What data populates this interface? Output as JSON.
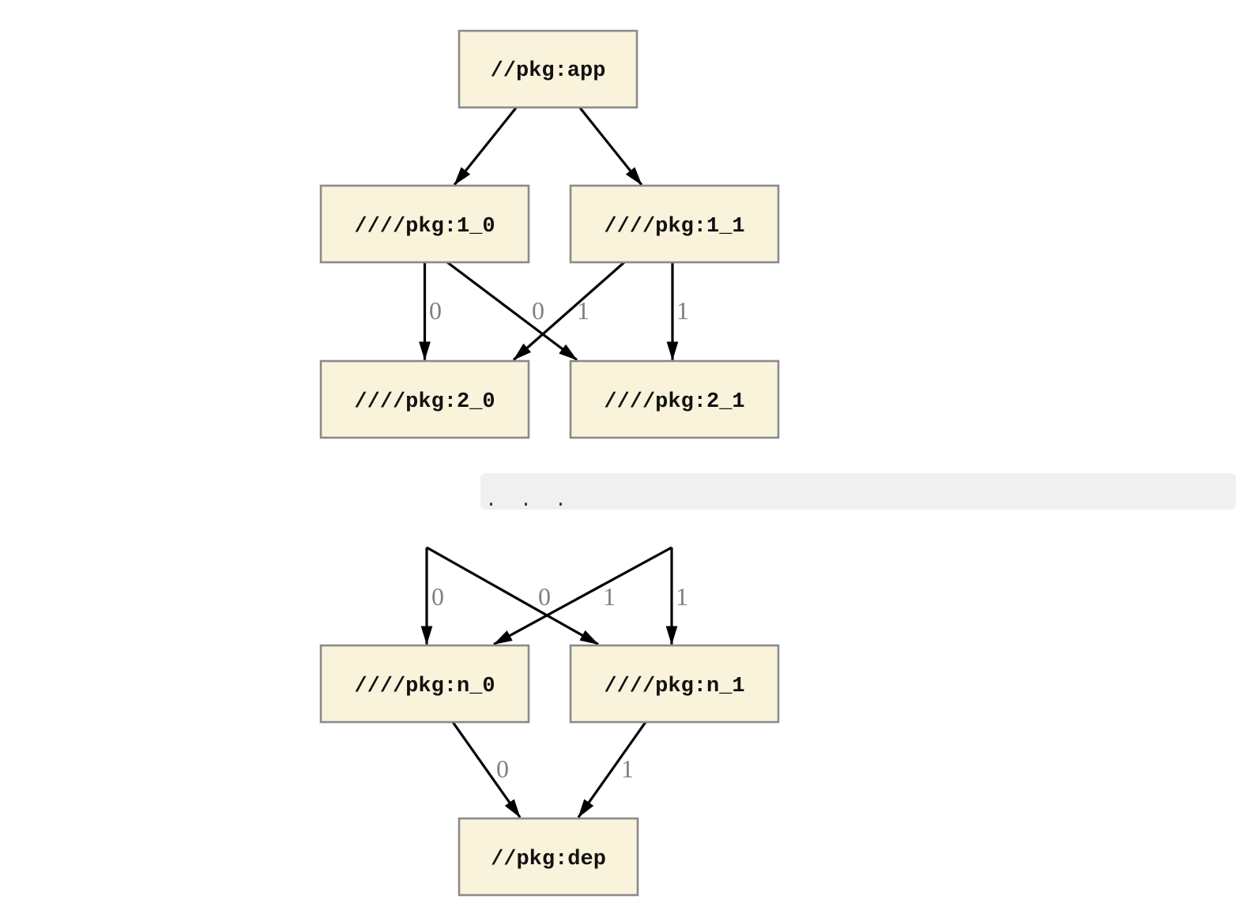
{
  "diagram": {
    "type": "dependency-graph",
    "nodes": [
      {
        "id": "app",
        "label": "//pkg:app"
      },
      {
        "id": "1_0",
        "label": "////pkg:1_0"
      },
      {
        "id": "1_1",
        "label": "////pkg:1_1"
      },
      {
        "id": "2_0",
        "label": "////pkg:2_0"
      },
      {
        "id": "2_1",
        "label": "////pkg:2_1"
      },
      {
        "id": "n_0",
        "label": "////pkg:n_0"
      },
      {
        "id": "n_1",
        "label": "////pkg:n_1"
      },
      {
        "id": "dep",
        "label": "//pkg:dep"
      }
    ],
    "edges": [
      {
        "from": "app",
        "to": "1_0",
        "label": ""
      },
      {
        "from": "app",
        "to": "1_1",
        "label": ""
      },
      {
        "from": "1_0",
        "to": "2_0",
        "label": "0"
      },
      {
        "from": "1_0",
        "to": "2_1",
        "label": "0"
      },
      {
        "from": "1_1",
        "to": "2_0",
        "label": "1"
      },
      {
        "from": "1_1",
        "to": "2_1",
        "label": "1"
      },
      {
        "from": "ellipsis",
        "to": "n_0",
        "label": "0"
      },
      {
        "from": "ellipsis",
        "to": "n_1",
        "label": "0"
      },
      {
        "from": "ellipsis",
        "to": "n_0",
        "label": "1"
      },
      {
        "from": "ellipsis",
        "to": "n_1",
        "label": "1"
      },
      {
        "from": "n_0",
        "to": "dep",
        "label": "0"
      },
      {
        "from": "n_1",
        "to": "dep",
        "label": "1"
      }
    ],
    "ellipsis": {
      "text": ". . ."
    },
    "colors": {
      "node_fill": "#FAF3DC",
      "node_border": "#8A8A8A",
      "edge_stroke": "#000000",
      "edge_label": "#808080",
      "ellipsis_background": "#F0F0F0",
      "ellipsis_text": "#333333"
    }
  }
}
